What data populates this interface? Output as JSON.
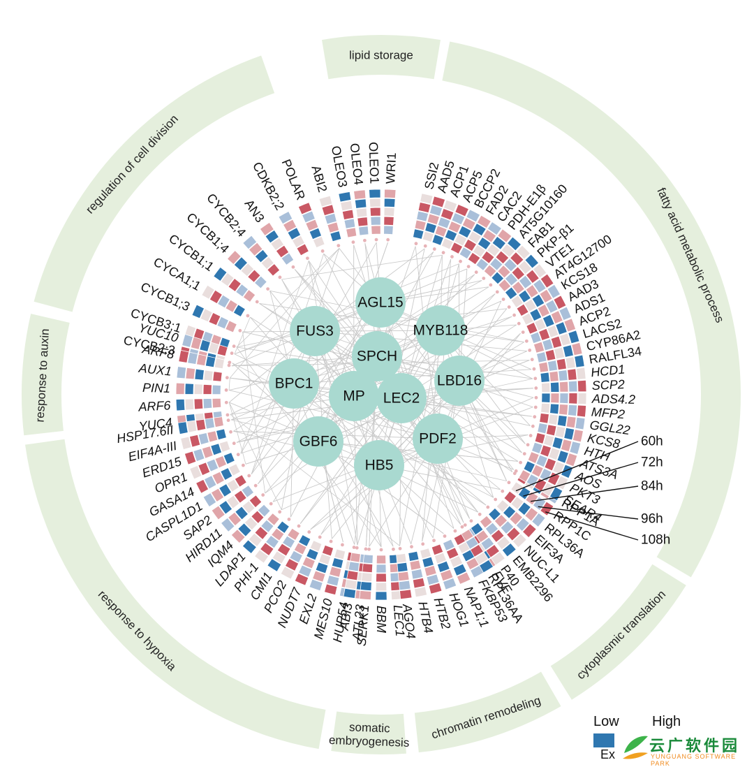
{
  "categories": [
    {
      "label": "lipid storage",
      "start": -9.5,
      "end": 9.5
    },
    {
      "label": "fatty acid metabolic process",
      "start": 11,
      "end": 120.5
    },
    {
      "label": "cytoplasmic translation",
      "start": 122,
      "end": 148
    },
    {
      "label": "chromatin remodeling",
      "start": 150,
      "end": 174
    },
    {
      "label": "somatic embryogenesis",
      "start": 176,
      "end": 188
    },
    {
      "label": "response to hypoxia",
      "start": 190,
      "end": 262
    },
    {
      "label": "response to auxin",
      "start": 263.5,
      "end": 283
    },
    {
      "label": "regulation of cell division",
      "start": 285,
      "end": 340.5
    }
  ],
  "category_label_lines": {
    "somatic embryogenesis": [
      "somatic",
      "embryogenesis"
    ]
  },
  "gene_groups": [
    {
      "start": 344,
      "genes": [
        "ABI2",
        "POLAR",
        "CDKB2;2",
        "AN3",
        "CYCB2;4",
        "CYCB1;4",
        "CYCB1;1",
        "CYCA1;1",
        "CYCB1;3",
        "CYCB3;1",
        "CYCB2;3"
      ],
      "step": -6.2
    },
    {
      "start": 285.5,
      "genes": [
        "YUC10",
        "ARF8",
        "AUX1",
        "PIN1",
        "ARF6",
        "YUC4"
      ],
      "step": -4.6
    },
    {
      "start": 260.5,
      "genes": [
        "HSP17.6II",
        "EIF4A-III",
        "ERD15",
        "OPR1",
        "GASA14",
        "CASPL1D1",
        "SAP2",
        "HIRD11",
        "IQM4",
        "LDAP1",
        "PHI-1",
        "CMI1",
        "PCO2",
        "NUDT7",
        "EXL2",
        "MES10",
        "HUP54",
        "ATL23"
      ],
      "step": -4.4
    },
    {
      "start": 189,
      "genes": [
        "ABI3",
        "SERK1",
        "BBM",
        "LEC1"
      ],
      "step": -4.5
    },
    {
      "start": 173,
      "genes": [
        "AGO4",
        "HTB4",
        "HTB2",
        "HOG1",
        "NAP1;1",
        "FKBP53",
        "FVE"
      ],
      "step": -4.3
    },
    {
      "start": 148.5,
      "genes": [
        "RPL36AA",
        "P40",
        "EMB2296",
        "NUC-L1",
        "EIF3A",
        "RPL36A",
        "RPP1C",
        "RPP1A"
      ],
      "step": -4.0
    },
    {
      "start": 2.5,
      "genes": [
        "WRI1",
        "OLEO1",
        "OLEO4",
        "OLEO3"
      ],
      "step": -4.3
    },
    {
      "start": 13,
      "genes": [
        "SSI2",
        "AAD5",
        "ACP1",
        "ACP5",
        "BCCP2",
        "FAD2",
        "CAC2",
        "PDH-E1β",
        "AT5G10160",
        "FAB1",
        "PKP-β1",
        "VTE1",
        "AT4G12700",
        "KCS18",
        "AAD3",
        "ADS1",
        "ACP2",
        "LACS2",
        "CYP86A2",
        "RALFL34",
        "HCD1",
        "SCP2",
        "ADS4.2",
        "MFP2",
        "GGL22",
        "KCS8",
        "HTH",
        "ATS3A",
        "AOS",
        "PKT3",
        "SEAR4"
      ],
      "step": 3.55
    }
  ],
  "italic_genes": [
    "HSP17.6II",
    "EIF4A-III",
    "ERD15",
    "OPR1",
    "GASA14",
    "CASPL1D1",
    "SAP2",
    "HIRD11",
    "IQM4",
    "LDAP1",
    "PHI-1",
    "CMI1",
    "PCO2",
    "NUDT7",
    "EXL2",
    "MES10",
    "HUP54",
    "ATL23",
    "AGO4",
    "HTB4",
    "HTB2",
    "HOG1",
    "NAP1;1",
    "FKBP53",
    "FVE",
    "ABI3",
    "SERK1",
    "BBM",
    "LEC1",
    "HCD1",
    "SCP2",
    "ADS4.2",
    "MFP2",
    "GGL22",
    "KCS8",
    "HTH",
    "ATS3A",
    "AOS",
    "PKT3",
    "SEAR4",
    "YUC10",
    "ARF8",
    "AUX1",
    "PIN1",
    "ARF6",
    "YUC4"
  ],
  "hubs": [
    {
      "label": "AGL15"
    },
    {
      "label": "FUS3"
    },
    {
      "label": "MYB118"
    },
    {
      "label": "SPCH"
    },
    {
      "label": "BPC1"
    },
    {
      "label": "LBD16"
    },
    {
      "label": "MP"
    },
    {
      "label": "LEC2"
    },
    {
      "label": "GBF6"
    },
    {
      "label": "PDF2"
    },
    {
      "label": "HB5"
    }
  ],
  "timepoints": [
    "60h",
    "72h",
    "84h",
    "96h",
    "108h"
  ],
  "legend": {
    "low": "Low",
    "high": "High",
    "caption": "Ex"
  },
  "watermark": {
    "cn": "云广软件园",
    "en": "YUNGUANG SOFTWARE PARK"
  },
  "colors": {
    "category_band": "#e5efdd",
    "hub": "#a9d9d0",
    "edge": "#c9c9c9",
    "low": "#2f77b0",
    "mid_low": "#a9bfd9",
    "neutral": "#e9dedd",
    "mid_high": "#e0a5a9",
    "high": "#c95864"
  }
}
